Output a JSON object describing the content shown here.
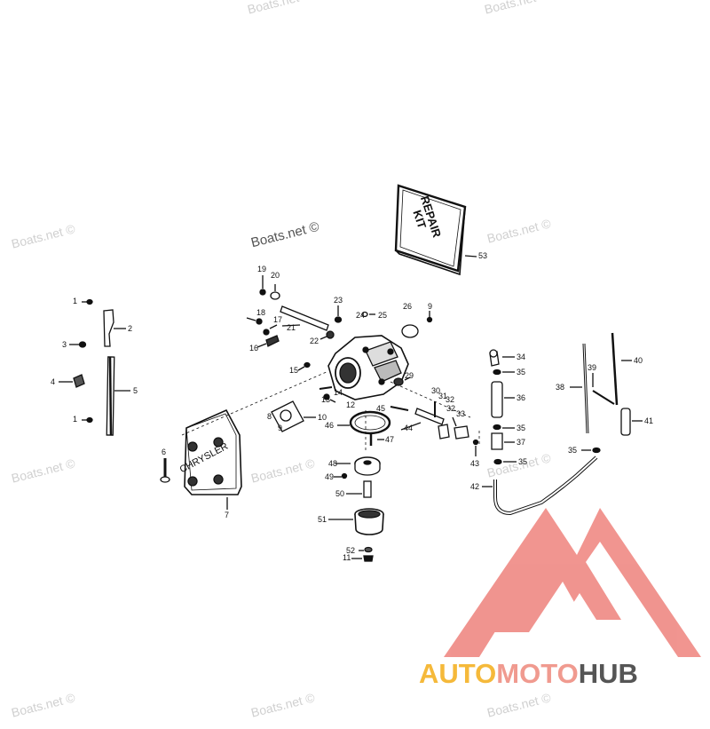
{
  "watermark_text": "Boats.net ©",
  "kit_label": {
    "line1": "REPAIR",
    "line2": "KIT"
  },
  "cover_label": "CHRYSLER",
  "brand": {
    "part1": "AUTO",
    "part2": "MOTO",
    "part3": "HUB",
    "color1": "#f5b93a",
    "color2": "#f09a8f",
    "color3": "#555555",
    "logo_color": "#f08f8a"
  },
  "callouts": [
    "1",
    "2",
    "3",
    "4",
    "5",
    "1",
    "6",
    "7",
    "8",
    "9",
    "10",
    "11",
    "12",
    "13",
    "14",
    "15",
    "16",
    "17",
    "18",
    "19",
    "20",
    "21",
    "22",
    "23",
    "24",
    "25",
    "26",
    "9",
    "29",
    "30",
    "31",
    "32",
    "32",
    "33",
    "34",
    "35",
    "36",
    "35",
    "37",
    "35",
    "35",
    "38",
    "39",
    "40",
    "41",
    "42",
    "43",
    "44",
    "45",
    "46",
    "47",
    "48",
    "49",
    "50",
    "51",
    "52",
    "53"
  ]
}
